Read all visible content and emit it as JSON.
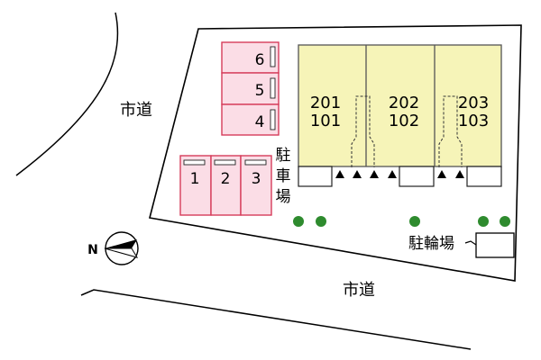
{
  "roads": [
    {
      "label": "市道"
    },
    {
      "label": "市道"
    }
  ],
  "parking": {
    "label_chars": [
      "駐",
      "車",
      "場"
    ],
    "upper_spaces": [
      "6",
      "5",
      "4"
    ],
    "lower_spaces": [
      "1",
      "2",
      "3"
    ],
    "fill_color": "#fbdde6",
    "stroke_color": "#d63c5a"
  },
  "building": {
    "fill_color": "#f6f4b8",
    "units": [
      {
        "upper": "201",
        "lower": "101"
      },
      {
        "upper": "202",
        "lower": "102"
      },
      {
        "upper": "203",
        "lower": "103"
      }
    ]
  },
  "bicycle_parking": {
    "label": "駐輪場"
  },
  "compass": {
    "letter": "N",
    "pointing": "left"
  },
  "tree_color": "#2e8b2e"
}
